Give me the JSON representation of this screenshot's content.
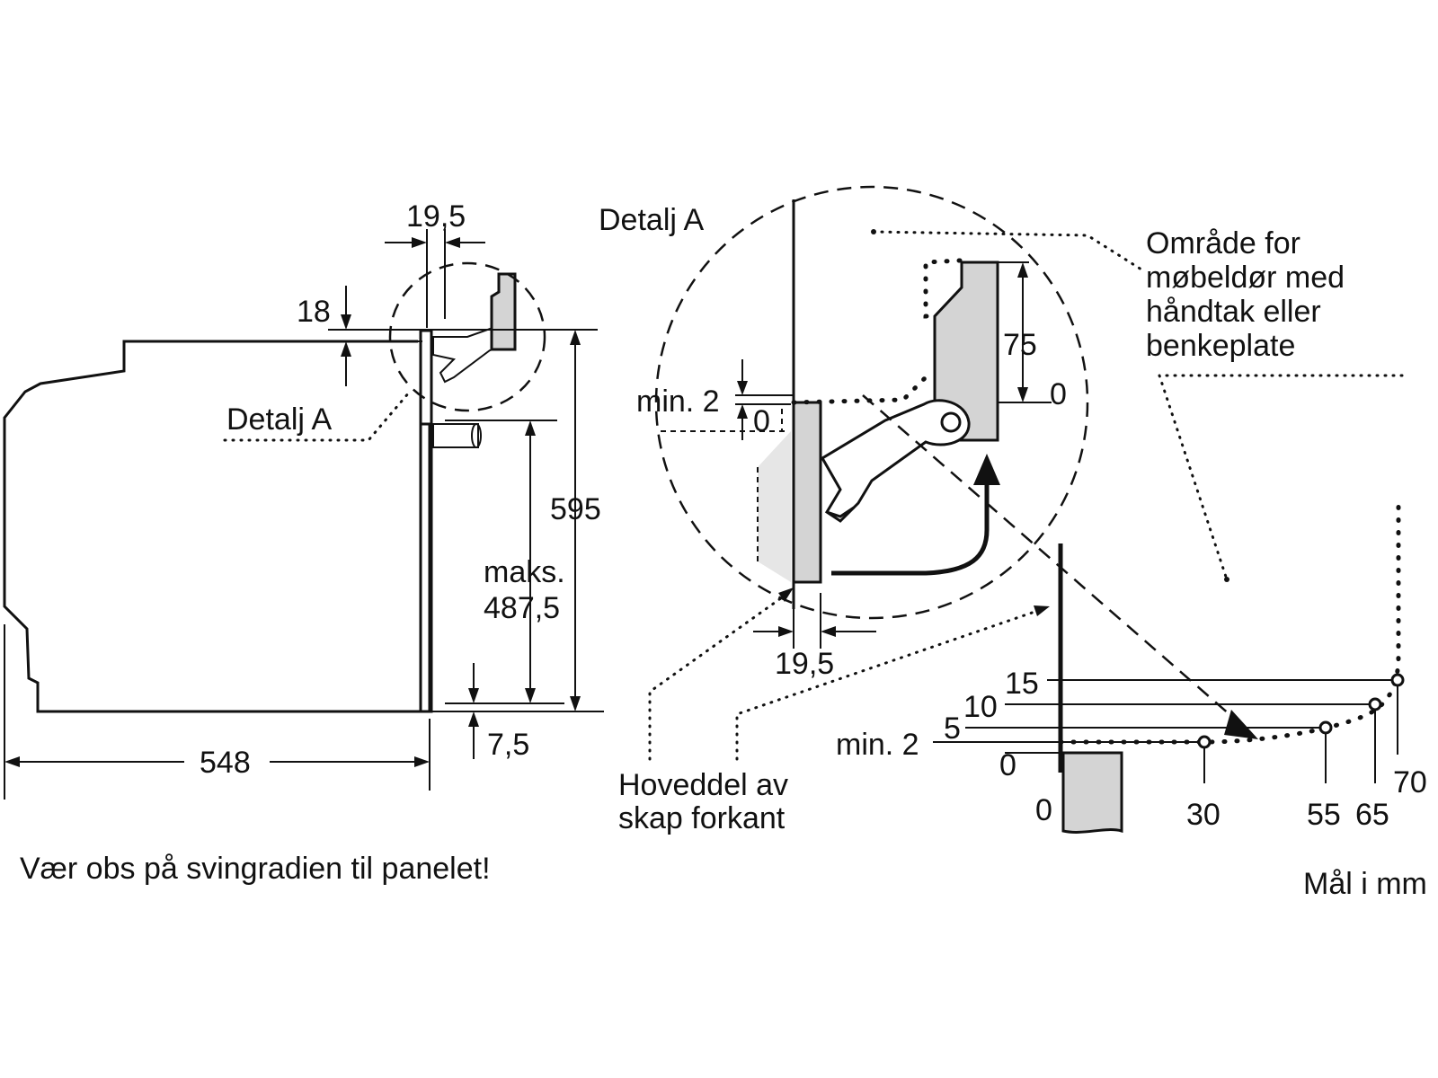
{
  "side_view": {
    "dim_top_offset": "19,5",
    "dim_top_height": "18",
    "detail_label": "Detalj A",
    "dim_total_height": "595",
    "dim_max_label": "maks.",
    "dim_max_value": "487,5",
    "dim_bottom_offset": "7,5",
    "dim_depth": "548"
  },
  "detail_view": {
    "title": "Detalj A",
    "dim_min_label": "min. 2",
    "dim_zero_top": "0",
    "dim_75": "75",
    "dim_zero_right": "0",
    "dim_bottom_width": "19,5",
    "cabinet_label_line1": "Hoveddel av",
    "cabinet_label_line2": "skap forkant",
    "area_label_line1": "Område for",
    "area_label_line2": "møbeldør med",
    "area_label_line3": "håndtak eller",
    "area_label_line4": "benkeplate"
  },
  "swing_graph": {
    "y_labels": [
      "15",
      "10",
      "5",
      "min. 2",
      "0"
    ],
    "x_labels": [
      "0",
      "30",
      "55",
      "65",
      "70"
    ]
  },
  "footer": {
    "warning": "Vær obs på svingradien til panelet!",
    "units": "Mål i mm"
  },
  "icons": [
    "arrow-icon",
    "hinge-icon"
  ],
  "colors": {
    "line": "#111111",
    "panel_fill": "#d4d4d4",
    "background": "#ffffff"
  }
}
